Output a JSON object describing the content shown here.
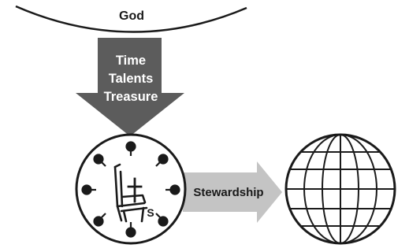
{
  "god_label": "God",
  "gifts": [
    "Time",
    "Talents",
    "Treasure"
  ],
  "stewardship_label": "Stewardship",
  "steward_initial": "S",
  "colors": {
    "ink": "#1a1a1a",
    "down_arrow": "#5c5c5c",
    "right_arrow": "#c4c4c4",
    "gift_text": "#ffffff"
  },
  "icons": {
    "god_arc": "arc",
    "down_arrow": "arrow-down",
    "clock": "clock-with-chair",
    "chair": "chair",
    "cross": "cross",
    "right_arrow": "arrow-right",
    "globe": "globe"
  }
}
